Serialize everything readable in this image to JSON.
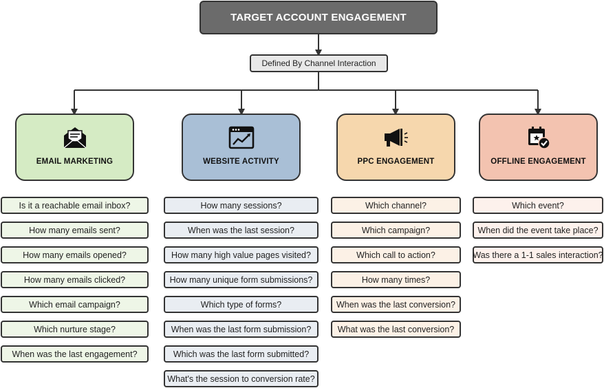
{
  "title": "TARGET ACCOUNT ENGAGEMENT",
  "subtitle": "Defined By Channel Interaction",
  "colors": {
    "title_fill": "#6b6b6b",
    "email_marketing": "#d5ebc4",
    "website_activity": "#a9bfd6",
    "ppc_engagement": "#f6d7ad",
    "offline_engagement": "#f3c3b0",
    "email_questions": "#eef6e7",
    "website_questions": "#e9edf2",
    "ppc_questions": "#fcf1e6",
    "offline_questions": "#fdf1ec"
  },
  "categories": [
    {
      "label": "EMAIL MARKETING",
      "icon": "open-envelope-icon",
      "questions": [
        "Is it a reachable email inbox?",
        "How many emails sent?",
        "How many emails opened?",
        "How many emails clicked?",
        "Which email campaign?",
        "Which nurture stage?",
        "When was the last engagement?"
      ]
    },
    {
      "label": "WEBSITE ACTIVITY",
      "icon": "browser-chart-icon",
      "questions": [
        "How many sessions?",
        "When was the last session?",
        "How many high value pages visited?",
        "How many unique form submissions?",
        "Which type of forms?",
        "When was the last form submission?",
        "Which was the last form submitted?",
        "What's the session to conversion rate?"
      ]
    },
    {
      "label": "PPC ENGAGEMENT",
      "icon": "megaphone-icon",
      "questions": [
        "Which channel?",
        "Which campaign?",
        "Which call to action?",
        "How many times?",
        "When was the last conversion?",
        "What was the last conversion?"
      ]
    },
    {
      "label": "OFFLINE ENGAGEMENT",
      "icon": "calendar-check-icon",
      "questions": [
        "Which event?",
        "When did the event take place?",
        "Was there a 1-1 sales interaction?"
      ]
    }
  ]
}
